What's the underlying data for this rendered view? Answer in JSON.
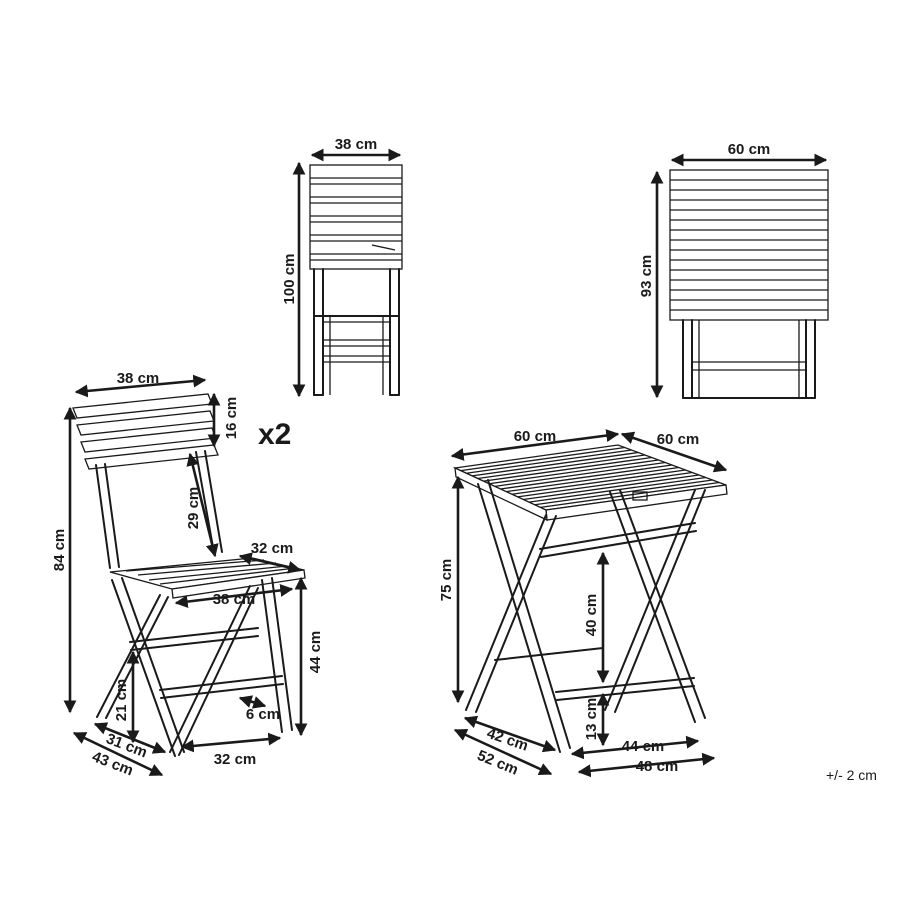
{
  "labels": {
    "folded_chair_width": "38 cm",
    "folded_chair_height": "100 cm",
    "folded_table_width": "60 cm",
    "folded_table_height": "93 cm",
    "chair_back_width": "38 cm",
    "chair_back_height": "16 cm",
    "chair_quantity": "x2",
    "chair_back_to_seat": "29 cm",
    "chair_seat_depth": "32 cm",
    "chair_seat_width": "38 cm",
    "chair_total_height": "84 cm",
    "chair_seat_height": "44 cm",
    "chair_lower_rail_height": "21 cm",
    "chair_rail_gap": "6 cm",
    "chair_base_depth_inner": "31 cm",
    "chair_base_depth_outer": "43 cm",
    "chair_base_width": "32 cm",
    "table_top_width": "60 cm",
    "table_top_depth": "60 cm",
    "table_height": "75 cm",
    "table_rail_gap": "40 cm",
    "table_lower_rail_height": "13 cm",
    "table_base_depth_inner": "42 cm",
    "table_base_depth_outer": "52 cm",
    "table_base_width_inner": "44 cm",
    "table_base_width_outer": "48 cm",
    "tolerance": "+/- 2 cm"
  }
}
